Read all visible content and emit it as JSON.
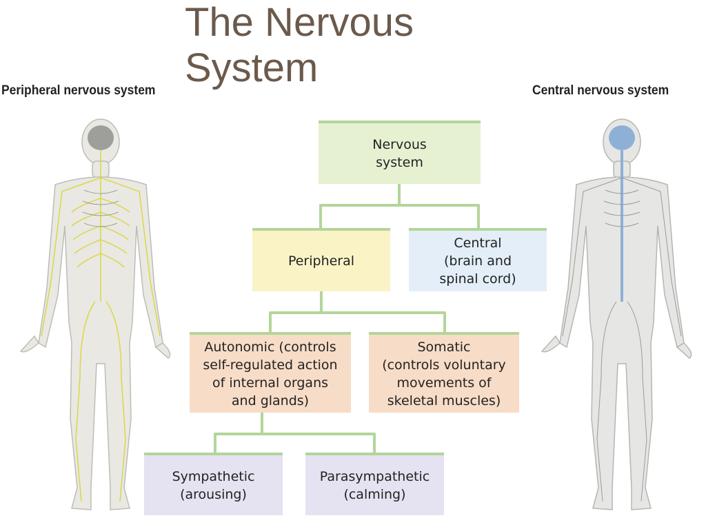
{
  "slide": {
    "title": "The Nervous\nSystem",
    "left_label": "Peripheral nervous system",
    "right_label": "Central nervous system"
  },
  "chart": {
    "nervous_system": "Nervous\nsystem",
    "peripheral": "Peripheral",
    "central": "Central\n(brain and\nspinal cord)",
    "autonomic": "Autonomic (controls\nself-regulated action\nof internal organs\nand glands)",
    "somatic": "Somatic\n(controls voluntary\nmovements of\nskeletal muscles)",
    "sympathetic": "Sympathetic\n(arousing)",
    "parasympathetic": "Parasympathetic\n(calming)"
  },
  "colors": {
    "title": "#6b5a4c",
    "connector": "#b3d59a",
    "nervous_system_fill": "#e6f1d2",
    "peripheral_fill": "#faf3c6",
    "central_fill": "#e3eef8",
    "autonomic_fill": "#f7dcc7",
    "somatic_fill": "#f7dcc7",
    "sympathetic_fill": "#e5e2f1",
    "parasympathetic_fill": "#e5e2f1",
    "peripheral_nerves": "#d9d63a",
    "central_nerves": "#8fb0d6"
  }
}
